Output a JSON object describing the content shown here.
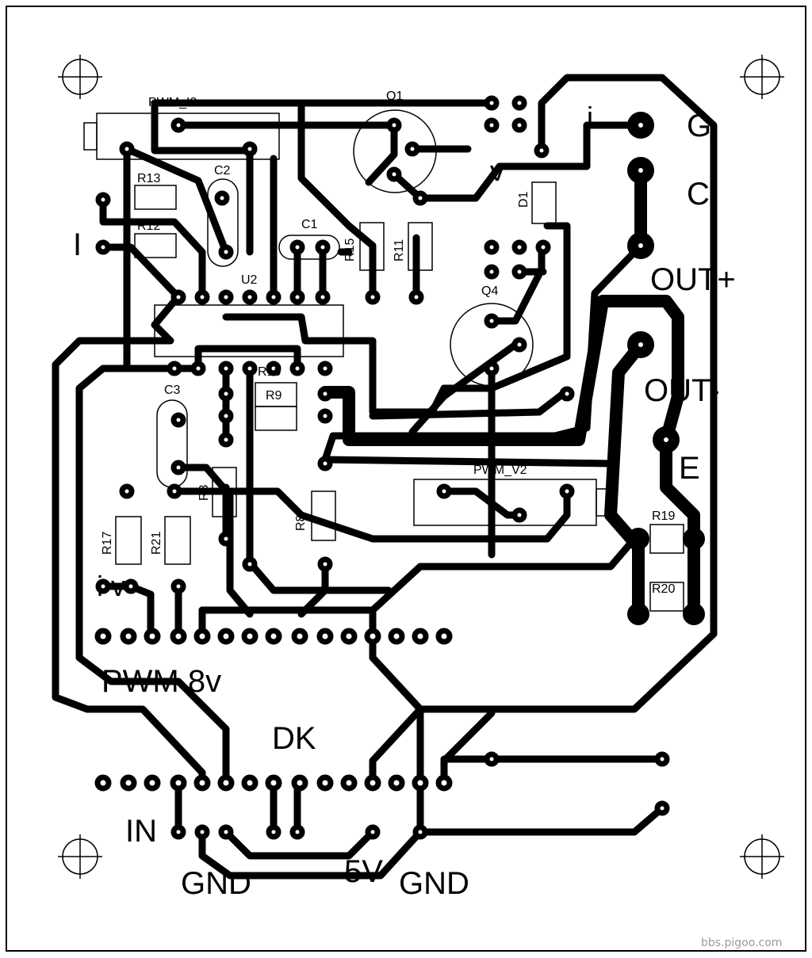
{
  "labels": {
    "pwm_i2": "PWM_I2",
    "q1": "Q1",
    "c2": "C2",
    "c1": "C1",
    "r13": "R13",
    "r12": "R12",
    "r15": "R15",
    "r11": "R11",
    "d1": "D1",
    "u2": "U2",
    "q4": "Q4",
    "r10": "R10",
    "r9": "R9",
    "c3": "C3",
    "r3": "R3",
    "r8": "R8",
    "pwm_v2": "PWM_V2",
    "r17": "R17",
    "r21": "R21",
    "r19": "R19",
    "r20": "R20",
    "i_left": "I",
    "i_top": "i",
    "v_top": "v",
    "i_v_bottom": "i  v",
    "g": "G",
    "c": "C",
    "out_plus": "OUT+",
    "out_minus": "OUT-",
    "e": "E",
    "pwm_8v": "PWM 8v",
    "dk": "DK",
    "in": "IN",
    "gnd_left": "GND",
    "five_v": "5V",
    "gnd_right": "GND"
  },
  "watermark": "bbs.pigoo.com"
}
